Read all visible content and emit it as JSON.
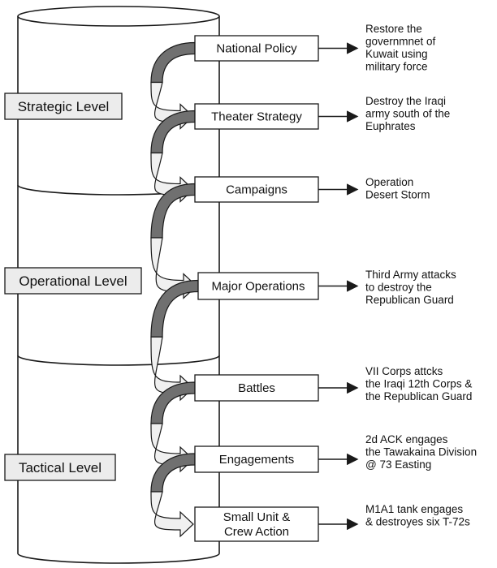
{
  "levels": [
    {
      "label": "Strategic Level"
    },
    {
      "label": "Operational Level"
    },
    {
      "label": "Tactical Level"
    }
  ],
  "stages": [
    {
      "label": [
        "National Policy"
      ],
      "description": [
        "Restore the",
        "governmnet of",
        "Kuwait using",
        "military force"
      ]
    },
    {
      "label": [
        "Theater Strategy"
      ],
      "description": [
        "Destroy the Iraqi",
        "army south of the",
        "Euphrates"
      ]
    },
    {
      "label": [
        "Campaigns"
      ],
      "description": [
        "Operation",
        "Desert Storm"
      ]
    },
    {
      "label": [
        "Major Operations"
      ],
      "description": [
        "Third Army attacks",
        "to destroy the",
        "Republican Guard"
      ]
    },
    {
      "label": [
        "Battles"
      ],
      "description": [
        "VII Corps attcks",
        "the Iraqi 12th Corps &",
        "the Republican Guard"
      ]
    },
    {
      "label": [
        "Engagements"
      ],
      "description": [
        "2d ACK engages",
        "the Tawakaina Division",
        "@ 73 Easting"
      ]
    },
    {
      "label": [
        "Small Unit &",
        "Crew Action"
      ],
      "description": [
        "M1A1 tank engages",
        "& destroyes six T-72s"
      ]
    }
  ],
  "colors": {
    "outline": "#1a1a1a",
    "level_box_fill": "#ececec",
    "arrow_dark": "#707070",
    "arrow_light": "#f0f0f0"
  }
}
